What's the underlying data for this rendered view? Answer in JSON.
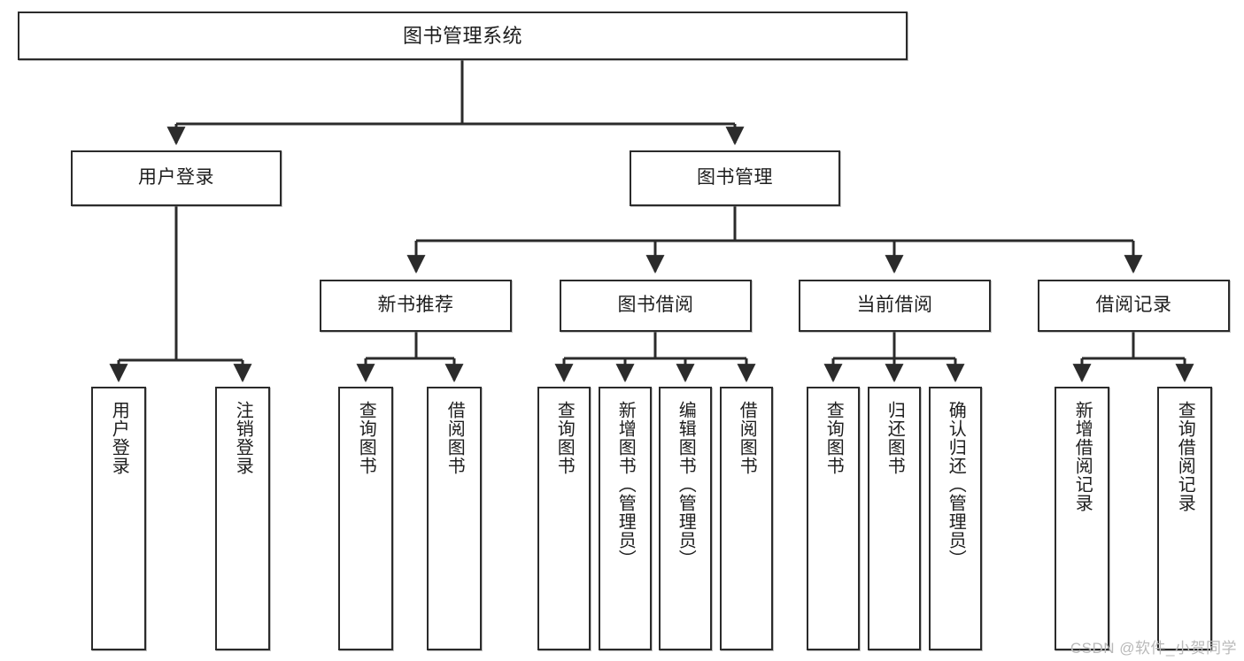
{
  "diagram": {
    "title": "图书管理系统",
    "watermark": "CSDN @软件_小贺同学",
    "colors": {
      "box_border": "#2b2b2b",
      "box_fill": "#ffffff",
      "edge": "#2b2b2b",
      "text": "#1d1d1d",
      "watermark": "#b9b9b9",
      "background": "#ffffff"
    },
    "nodes": {
      "root": {
        "label": "图书管理系统"
      },
      "level1": [
        {
          "label": "用户登录"
        },
        {
          "label": "图书管理"
        }
      ],
      "level2": [
        {
          "label": "新书推荐"
        },
        {
          "label": "图书借阅"
        },
        {
          "label": "当前借阅"
        },
        {
          "label": "借阅记录"
        }
      ],
      "leaves": {
        "user_login": [
          {
            "label": "用户登录"
          },
          {
            "label": "注销登录"
          }
        ],
        "new_book_recommend": [
          {
            "label": "查询图书"
          },
          {
            "label": "借阅图书"
          }
        ],
        "book_borrow": [
          {
            "label": "查询图书"
          },
          {
            "label": "新增图书（管理员）"
          },
          {
            "label": "编辑图书（管理员）"
          },
          {
            "label": "借阅图书"
          }
        ],
        "current_borrow": [
          {
            "label": "查询图书"
          },
          {
            "label": "归还图书"
          },
          {
            "label": "确认归还（管理员）"
          }
        ],
        "borrow_record": [
          {
            "label": "新增借阅记录"
          },
          {
            "label": "查询借阅记录"
          }
        ]
      }
    }
  }
}
